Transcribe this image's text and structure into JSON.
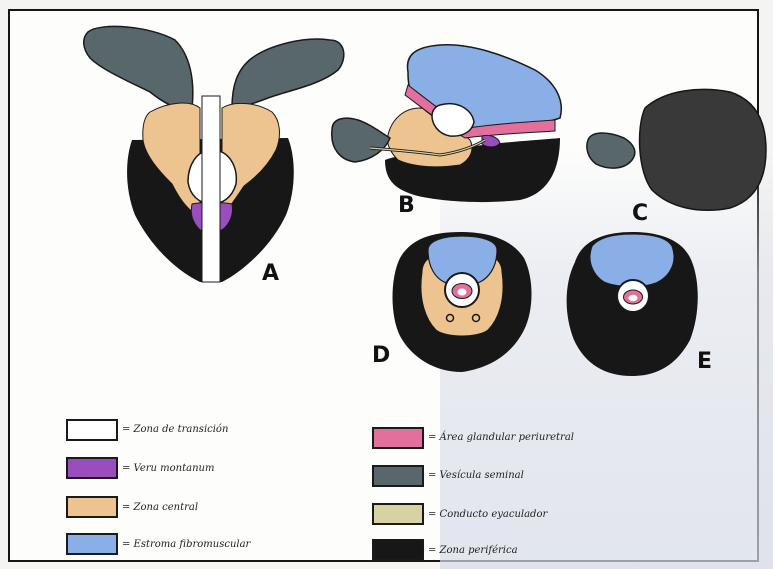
{
  "panels": {
    "a": "A",
    "b": "B",
    "c": "C",
    "d": "D",
    "e": "E"
  },
  "colors": {
    "white": "#ffffff",
    "purple": "#9a4dbd",
    "tan": "#edc38f",
    "blue": "#8aaee6",
    "pink": "#e3709c",
    "gray": "#58676c",
    "ejaculatory": "#d7d2a4",
    "black": "#171717"
  },
  "legend": [
    {
      "label": "= Zona de transición",
      "color": "#ffffff",
      "icon": "white-swatch"
    },
    {
      "label": "= Veru montanum",
      "color": "#9a4dbd",
      "icon": "purple-swatch"
    },
    {
      "label": "= Zona central",
      "color": "#edc38f",
      "icon": "tan-swatch"
    },
    {
      "label": "= Estroma fibromuscular",
      "color": "#8aaee6",
      "icon": "blue-swatch"
    },
    {
      "label": "= Área glandular periuretral",
      "color": "#e3709c",
      "icon": "pink-swatch"
    },
    {
      "label": "= Vesícula seminal",
      "color": "#58676c",
      "icon": "gray-swatch"
    },
    {
      "label": "= Conducto eyaculador",
      "color": "#d7d2a4",
      "icon": "yellow-swatch"
    },
    {
      "label": "= Zona periférica",
      "color": "#171717",
      "icon": "black-swatch"
    }
  ]
}
